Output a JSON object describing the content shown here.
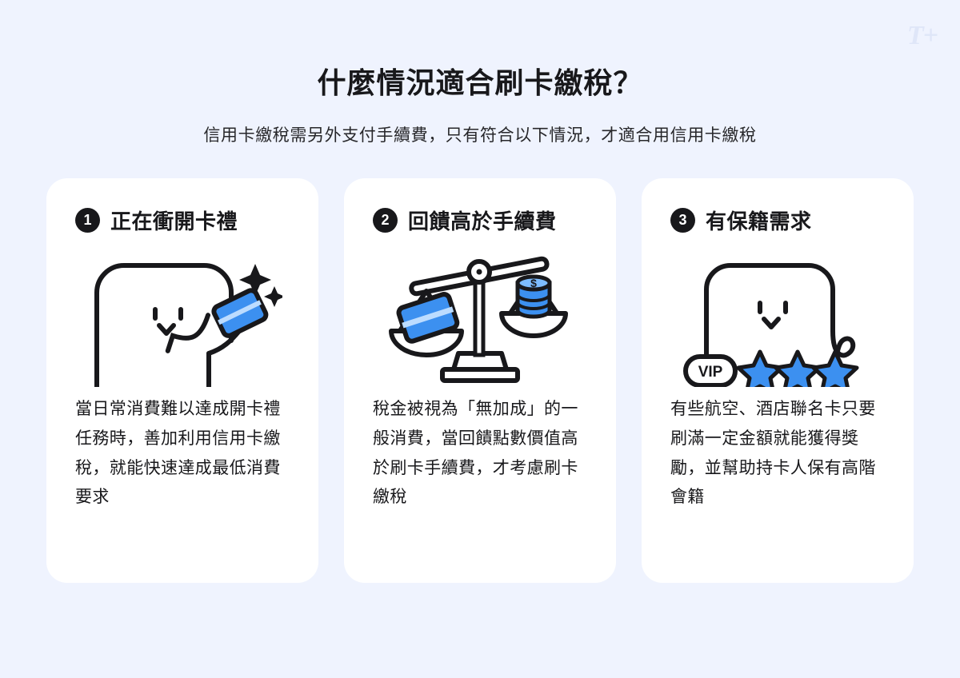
{
  "watermark": {
    "label": "T+"
  },
  "header": {
    "title": "什麼情況適合刷卡繳稅？",
    "subtitle": "信用卡繳稅需另外支付手續費，只有符合以下情況，才適合用信用卡繳稅"
  },
  "colors": {
    "background": "#eff3fe",
    "card_background": "#ffffff",
    "ink": "#18181b",
    "accent_blue": "#3c90f0",
    "watermark": "#dfe6f8"
  },
  "cards": [
    {
      "number": "1",
      "title": "正在衝開卡禮",
      "illustration": "mascot-holding-credit-card-with-sparkles",
      "body": "當日常消費難以達成開卡禮任務時，善加利用信用卡繳稅，就能快速達成最低消費要求"
    },
    {
      "number": "2",
      "title": "回饋高於手續費",
      "illustration": "balance-scale-card-versus-coins",
      "body": "稅金被視為「無加成」的一般消費，當回饋點數價值高於刷卡手續費，才考慮刷卡繳稅"
    },
    {
      "number": "3",
      "title": "有保籍需求",
      "illustration": "mascot-with-vip-badge-and-three-stars",
      "body": "有些航空、酒店聯名卡只要刷滿一定金額就能獲得獎勵，並幫助持卡人保有高階會籍",
      "vip_label": "VIP",
      "stars": 3
    }
  ]
}
